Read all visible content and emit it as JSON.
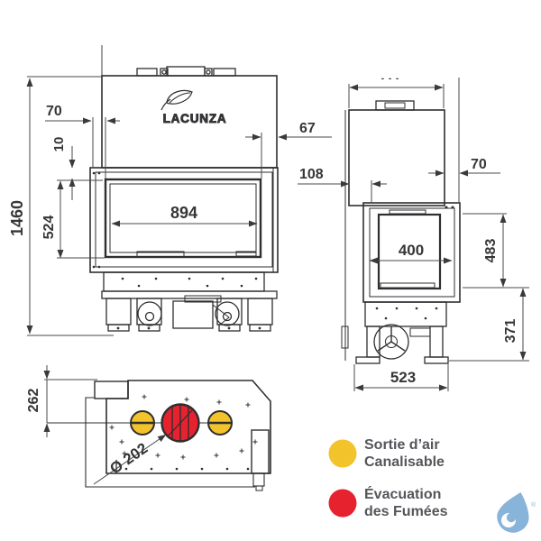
{
  "drawing": {
    "brand_logo": "LACUNZA",
    "front_view": {
      "total_height": "1460",
      "glass_height": "524",
      "top_gap": "10",
      "left_offset": "70",
      "glass_width": "894",
      "right_gap": "67"
    },
    "side_view": {
      "top_width_clipped": "- - -",
      "front_offset": "108",
      "rear_offset": "70",
      "glass_width": "400",
      "glass_height": "483",
      "base_height": "371",
      "total_depth": "523"
    },
    "top_view": {
      "rear_to_flue_center": "262",
      "flue_diameter": "Ø 202"
    }
  },
  "legend": {
    "air": {
      "line1": "Sortie d’air",
      "line2": "Canalisable",
      "color": "#F2C32B"
    },
    "smoke": {
      "line1": "Évacuation",
      "line2": "des Fumées",
      "color": "#E6222F"
    }
  },
  "watermark": {
    "registered": "®"
  },
  "colors": {
    "line": "#2e2e30",
    "dim_line": "#48484a",
    "dim_text": "#363638",
    "yellow": "#F2C32B",
    "red": "#E6222F",
    "legend_text": "#54565A",
    "logo_blue": "#88B4D9"
  }
}
